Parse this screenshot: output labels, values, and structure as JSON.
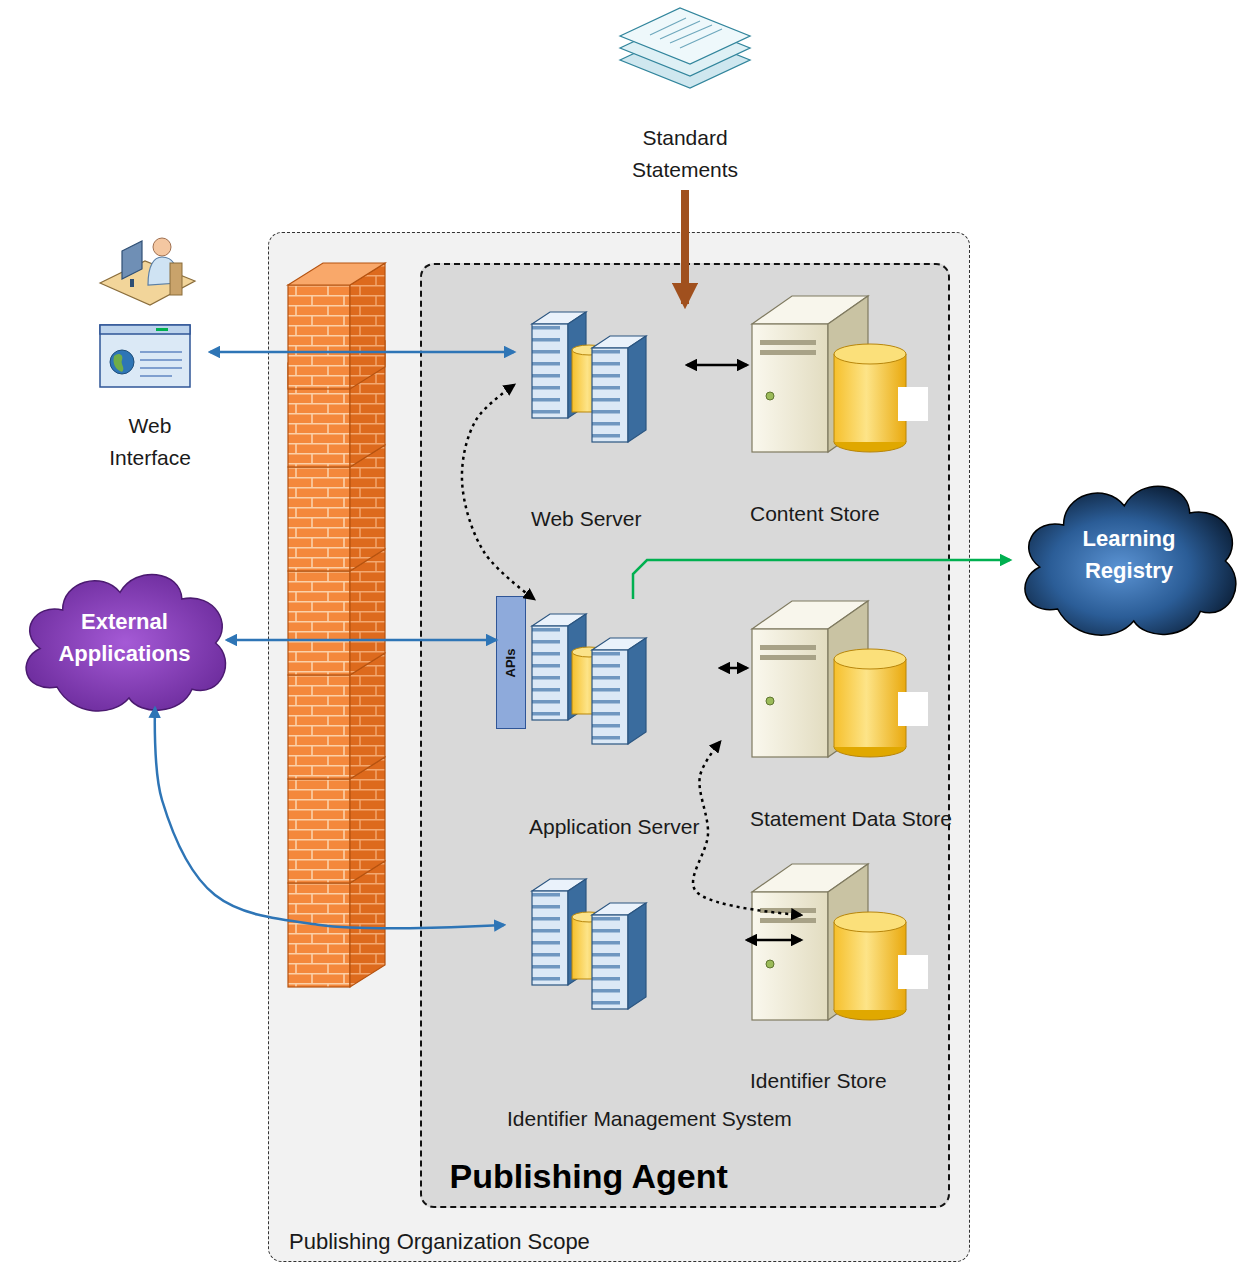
{
  "diagram": {
    "nodes": [
      {
        "text": [
          "Standard Statements"
        ]
      },
      {
        "text": [
          "Web Interface"
        ]
      },
      {
        "text": [
          "Publishing Organization Scope"
        ]
      },
      {
        "text": [
          "Publishing Agent"
        ],
        "in": 2
      },
      {
        "text": [
          "Web Server"
        ],
        "in": 3
      },
      {
        "text": [
          "Content Store"
        ],
        "in": 3
      },
      {
        "text": [
          "Learning Registry"
        ]
      },
      {
        "text": [
          "External Applications"
        ]
      },
      {
        "text": [
          "APIs"
        ],
        "in": 3
      },
      {
        "text": [
          "Application Server"
        ],
        "in": 3
      },
      {
        "text": [
          "Statement Data Store"
        ],
        "in": 3
      },
      {
        "text": [
          "Identifier Management System"
        ],
        "in": 3
      },
      {
        "text": [
          "Identifier Store"
        ],
        "in": 3
      }
    ],
    "edges": [
      {
        "from": 0,
        "to": 4,
        "arrow": "to"
      },
      {
        "from": 1,
        "to": 4,
        "arrow": "both"
      },
      {
        "from": 4,
        "to": 5,
        "arrow": "both"
      },
      {
        "from": 4,
        "to": 9,
        "arrow": "both"
      },
      {
        "from": 9,
        "to": 6,
        "arrow": "to"
      },
      {
        "from": 7,
        "to": 8,
        "arrow": "both"
      },
      {
        "from": 9,
        "to": 10,
        "arrow": "both"
      },
      {
        "from": 9,
        "to": 11,
        "arrow": "both"
      },
      {
        "from": 7,
        "to": 11,
        "arrow": "both"
      },
      {
        "from": 11,
        "to": 12,
        "arrow": "both"
      }
    ]
  }
}
